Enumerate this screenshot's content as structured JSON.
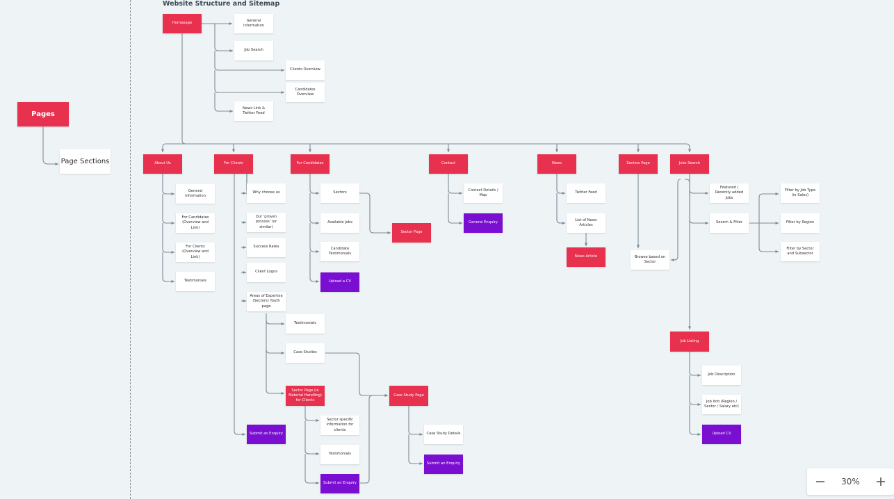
{
  "legend": {
    "page_label": "Pages",
    "section_label": "Page Sections"
  },
  "diagram": {
    "title": "Website Structure and Sitemap"
  },
  "colors": {
    "page": "#e7314f",
    "section": "#ffffff",
    "action": "#7a0fd1",
    "connector": "#7d8a96"
  },
  "zoom": {
    "level": "30%",
    "zoom_out_icon": "minus-icon",
    "zoom_in_icon": "plus-icon"
  },
  "nodes": {
    "homepage": "Homepage",
    "home_general_information": "General information",
    "home_job_search": "Job Search",
    "home_clients_overview": "Clients Overview",
    "home_candidates_overview": "Candidates Overview",
    "home_news_feed": "News Link & Twitter Feed",
    "about_us": "About Us",
    "about_general_information": "General information",
    "about_for_candidates": "For Candidates (Overview and Link)",
    "about_for_clients": "For Clients (Overview and Link)",
    "about_testimonials": "Testimonials",
    "for_clients": "For Clients",
    "clients_why_choose_us": "Why choose us",
    "clients_proven_process": "Our 'proven process' (or similar)",
    "clients_success_rates": "Success Rates",
    "clients_client_logos": "Client Logos",
    "clients_areas_of_expertise": "Areas of Expertise (Sectors) Youth page",
    "clients_testimonials": "Testimonials",
    "clients_case_studies": "Case Studies",
    "clients_sector_page": "Sector Page (ie Material Handling) for Clients",
    "clients_submit_enquiry": "Submit an Enquiry",
    "sector_specific_info": "Sector specific information for clients",
    "sector_testimonials": "Testimonials",
    "sector_submit_enquiry": "Submit an Enquiry",
    "case_study_page": "Case Study Page",
    "case_study_details": "Case Study Details",
    "case_study_submit_enquiry": "Submit an Enquiry",
    "for_candidates": "For Candidates",
    "candidates_sectors": "Sectors",
    "candidates_available_jobs": "Available Jobs",
    "candidates_testimonials": "Candidate Testimonials",
    "candidates_upload_cv": "Upload a CV",
    "candidates_sector_page": "Sector Page",
    "contact": "Contact",
    "contact_details": "Contact Details / Map",
    "contact_general_enquiry": "General Enquiry",
    "news": "News",
    "news_twitter_feed": "Twitter Feed",
    "news_list_articles": "List of News Articles",
    "news_article": "News Article",
    "sectors_page": "Sectors Page",
    "sectors_browse": "Browse based on Sector",
    "jobs_search": "Jobs Search",
    "jobs_featured": "Featured / Recently added Jobs",
    "jobs_search_filter": "Search & Filter",
    "jobs_filter_job_type": "Filter by Job Type (ie Sales)",
    "jobs_filter_region": "Filter by Region",
    "jobs_filter_sector": "Filter by Sector and Subsector",
    "job_listing": "Job Listing",
    "job_description": "Job Description",
    "job_info": "Job Info (Region / Sector / Salary etc)",
    "job_upload_cv": "Upload CV"
  }
}
